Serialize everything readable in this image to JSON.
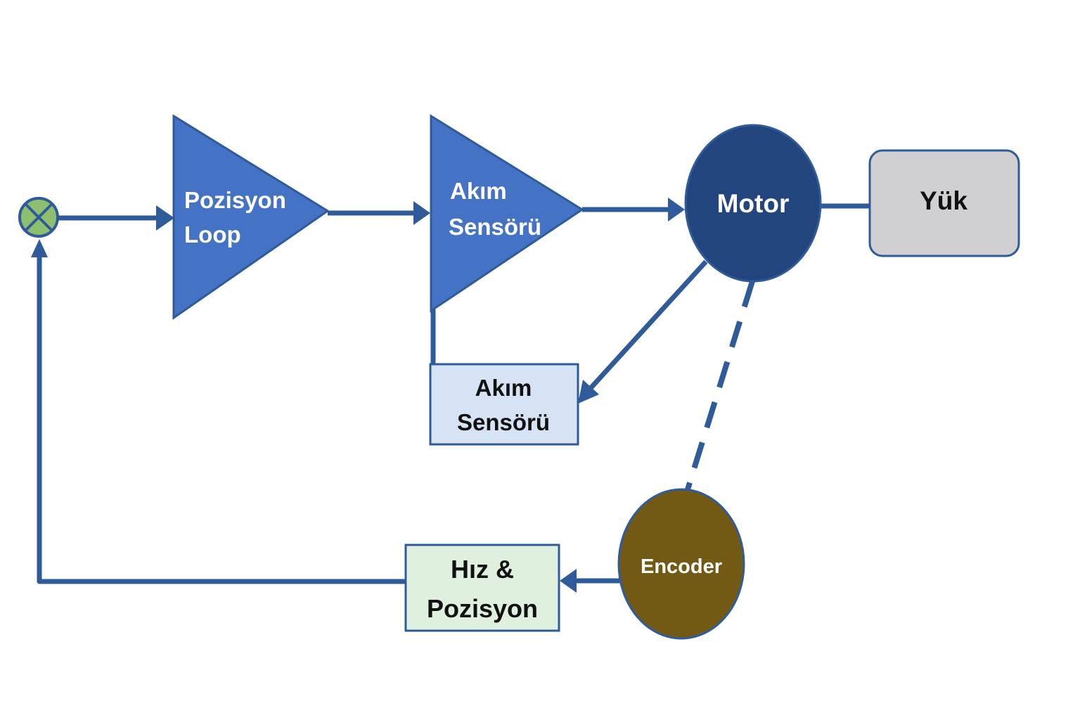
{
  "title": "Servo motor control loop block diagram",
  "colors": {
    "line": "#2F5B9A",
    "amplifier_fill": "#4472C4",
    "motor_fill": "#23457D",
    "load_fill": "#D0D0D2",
    "current_sensor_box_fill": "#D5E3F4",
    "speed_position_box_fill": "#E0F0DE",
    "encoder_fill": "#725A14",
    "summing_junction_fill": "#8DBF6F"
  },
  "nodes": {
    "summing_junction": {
      "label": "",
      "type": "summing-junction"
    },
    "position_loop": {
      "lines": [
        "Pozisyon",
        "Loop"
      ],
      "type": "amplifier"
    },
    "current_amplifier": {
      "lines": [
        "Akım",
        "Sensörü"
      ],
      "type": "amplifier"
    },
    "motor": {
      "label": "Motor",
      "type": "circle"
    },
    "load": {
      "label": "Yük",
      "type": "rounded-box"
    },
    "current_sensor": {
      "lines": [
        "Akım",
        "Sensörü"
      ],
      "type": "box"
    },
    "encoder": {
      "label": "Encoder",
      "type": "circle"
    },
    "speed_position": {
      "lines": [
        "Hız &",
        "Pozisyon"
      ],
      "type": "box"
    }
  },
  "edges": [
    {
      "from": "summing_junction",
      "to": "position_loop",
      "style": "arrow"
    },
    {
      "from": "position_loop",
      "to": "current_amplifier",
      "style": "arrow"
    },
    {
      "from": "current_amplifier",
      "to": "motor",
      "style": "arrow"
    },
    {
      "from": "motor",
      "to": "load",
      "style": "line"
    },
    {
      "from": "motor",
      "to": "current_sensor",
      "style": "arrow"
    },
    {
      "from": "current_sensor",
      "to": "current_amplifier",
      "style": "line"
    },
    {
      "from": "motor",
      "to": "encoder",
      "style": "dashed"
    },
    {
      "from": "encoder",
      "to": "speed_position",
      "style": "arrow"
    },
    {
      "from": "speed_position",
      "to": "summing_junction",
      "style": "arrow"
    }
  ]
}
